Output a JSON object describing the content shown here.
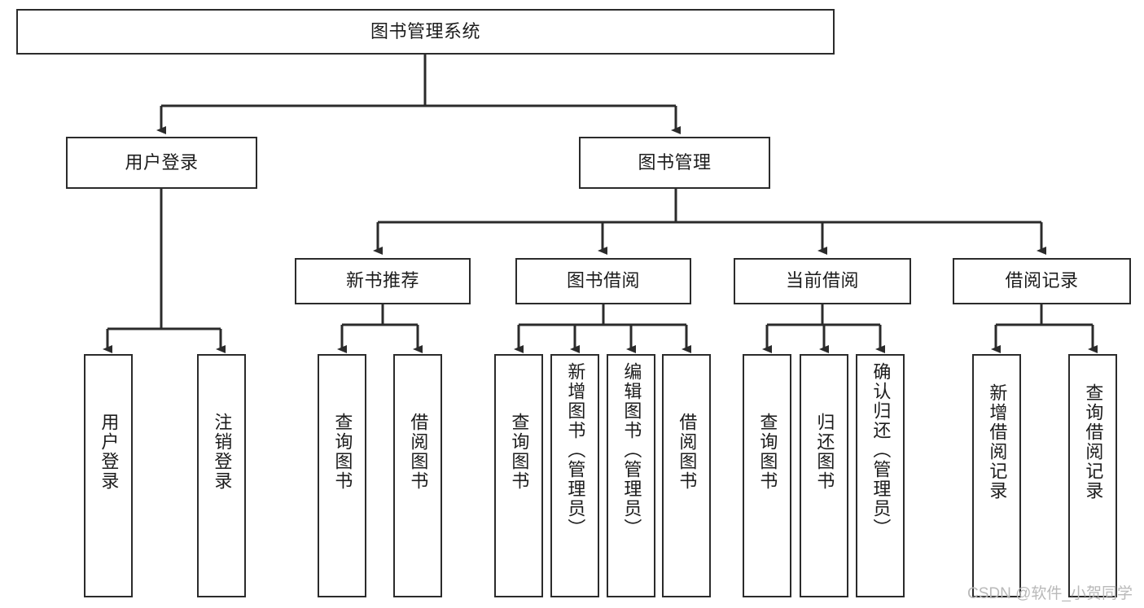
{
  "diagram": {
    "title": "图书管理系统",
    "type": "tree-hierarchy",
    "root": {
      "label": "图书管理系统"
    },
    "level2": [
      {
        "id": "user-login",
        "label": "用户登录"
      },
      {
        "id": "book-management",
        "label": "图书管理"
      }
    ],
    "level3": [
      {
        "id": "new-book-recommend",
        "label": "新书推荐",
        "parent": "book-management"
      },
      {
        "id": "book-borrow",
        "label": "图书借阅",
        "parent": "book-management"
      },
      {
        "id": "current-borrow",
        "label": "当前借阅",
        "parent": "book-management"
      },
      {
        "id": "borrow-record",
        "label": "借阅记录",
        "parent": "book-management"
      }
    ],
    "leaves": [
      {
        "id": "leaf-user-login",
        "label": "用户登录",
        "parent": "user-login"
      },
      {
        "id": "leaf-user-logout",
        "label": "注销登录",
        "parent": "user-login"
      },
      {
        "id": "leaf-query-book-1",
        "label": "查询图书",
        "parent": "new-book-recommend"
      },
      {
        "id": "leaf-borrow-book-1",
        "label": "借阅图书",
        "parent": "new-book-recommend"
      },
      {
        "id": "leaf-query-book-2",
        "label": "查询图书",
        "parent": "book-borrow"
      },
      {
        "id": "leaf-add-book",
        "label": "新增图书（管理员）",
        "parent": "book-borrow"
      },
      {
        "id": "leaf-edit-book",
        "label": "编辑图书（管理员）",
        "parent": "book-borrow"
      },
      {
        "id": "leaf-borrow-book-2",
        "label": "借阅图书",
        "parent": "book-borrow"
      },
      {
        "id": "leaf-query-book-3",
        "label": "查询图书",
        "parent": "current-borrow"
      },
      {
        "id": "leaf-return-book",
        "label": "归还图书",
        "parent": "current-borrow"
      },
      {
        "id": "leaf-confirm-return",
        "label": "确认归还（管理员）",
        "parent": "current-borrow"
      },
      {
        "id": "leaf-add-record",
        "label": "新增借阅记录",
        "parent": "borrow-record"
      },
      {
        "id": "leaf-query-record",
        "label": "查询借阅记录",
        "parent": "borrow-record"
      }
    ],
    "colors": {
      "stroke": "#2b2b2b",
      "fill": "#ffffff",
      "text": "#1c1c1c",
      "watermark": "#b9b9b9"
    }
  },
  "watermark": {
    "text": "CSDN @软件_小贺同学"
  }
}
